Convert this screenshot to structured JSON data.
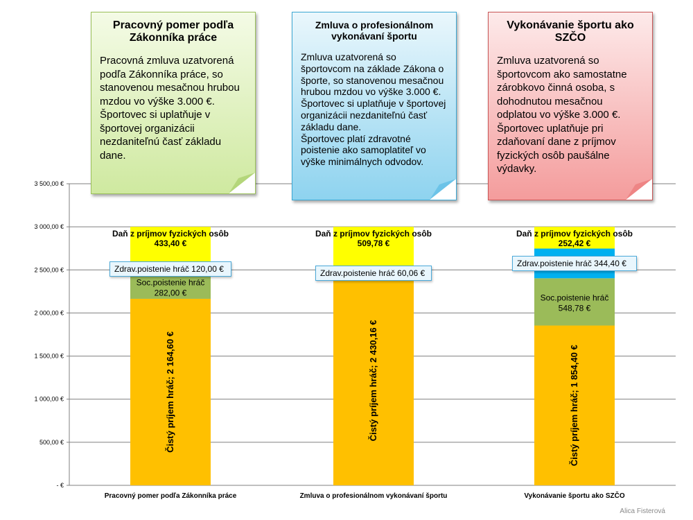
{
  "notes": [
    {
      "title": "Pracovný pomer podľa Zákonníka práce",
      "body": "Pracovná zmluva uzatvorená podľa Zákonníka práce, so stanovenou mesačnou hrubou mzdou vo výške 3.000 €. Športovec si uplatňuje v športovej organizácii nezdaniteľnú časť základu dane."
    },
    {
      "title": "Zmluva o profesionálnom vykonávaní športu",
      "body": "Zmluva uzatvorená so športovcom na základe Zákona o športe, so stanovenou mesačnou hrubou mzdou vo výške 3.000 €. Športovec si uplatňuje v športovej organizácii nezdaniteľnú časť základu dane.\nŠportovec platí zdravotné poistenie ako samoplatiteľ vo výške minimálnych odvodov."
    },
    {
      "title": "Vykonávanie športu ako SZČO",
      "body": "Zmluva uzatvorená so športovcom ako samostatne zárobkovo činná osoba, s dohodnutou mesačnou odplatou vo výške 3.000 €. Športovec uplatňuje pri zdaňovaní dane z príjmov fyzických osôb paušálne výdavky."
    }
  ],
  "chart_data": {
    "type": "bar",
    "stacked": true,
    "categories": [
      "Pracovný pomer podľa Zákonníka práce",
      "Zmluva o profesionálnom vykonávaní športu",
      "Vykonávanie športu ako SZČO"
    ],
    "ylim": [
      0,
      3500
    ],
    "yticks": [
      0,
      500,
      1000,
      1500,
      2000,
      2500,
      3000,
      3500
    ],
    "ytick_labels": [
      "-  €",
      "500,00 €",
      "1 000,00 €",
      "1 500,00 €",
      "2 000,00 €",
      "2 500,00 €",
      "3 000,00 €",
      "3 500,00 €"
    ],
    "grid": true,
    "series": [
      {
        "name": "Čistý príjem hráč",
        "color": "#ffc000",
        "values": [
          2164.6,
          2430.16,
          1854.4
        ],
        "value_labels": [
          "2 164,60 €",
          "2 430,16 €",
          "1 854,40 €"
        ]
      },
      {
        "name": "Soc.poistenie hráč",
        "color": "#9bbb59",
        "values": [
          282.0,
          0,
          548.78
        ],
        "value_labels": [
          "282,00 €",
          "",
          "548,78 €"
        ]
      },
      {
        "name": "Zdrav.poistenie hráč",
        "color": "#00b0f0",
        "values": [
          120.0,
          60.06,
          344.4
        ],
        "value_labels": [
          "120,00 €",
          "60,06 €",
          "344,40 €"
        ]
      },
      {
        "name": "Daň z príjmov fyzických osôb",
        "color": "#ffff00",
        "values": [
          433.4,
          509.78,
          252.42
        ],
        "value_labels": [
          "433,40 €",
          "509,78 €",
          "252,42 €"
        ]
      }
    ]
  },
  "author": "Alica Fisterová"
}
